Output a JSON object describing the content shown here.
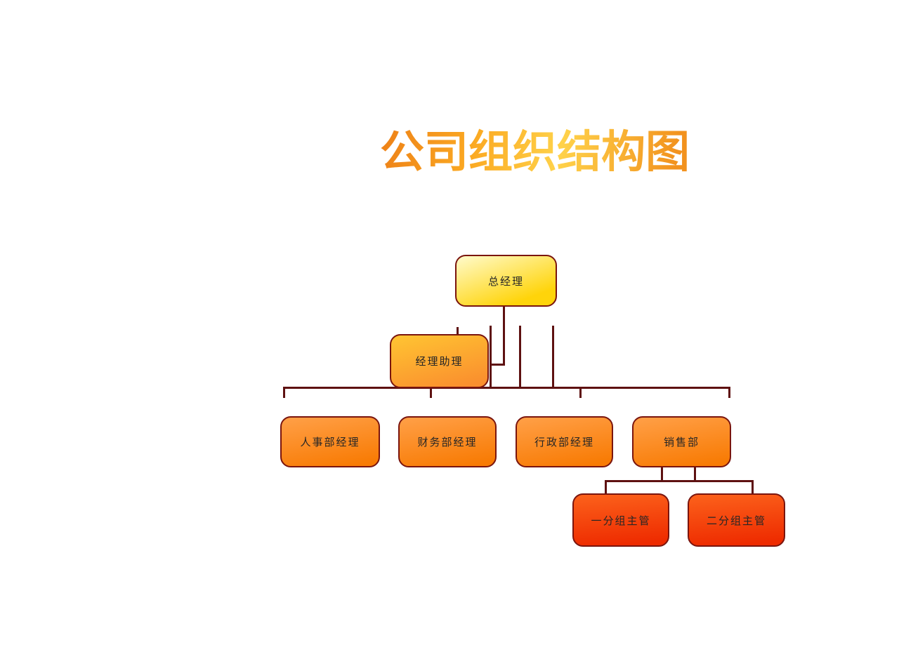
{
  "title": {
    "text": "公司组织结构图"
  },
  "org": {
    "root": {
      "label": "总经理"
    },
    "assistant": {
      "label": "经理助理"
    },
    "departments": [
      {
        "label": "人事部经理"
      },
      {
        "label": "财务部经理"
      },
      {
        "label": "行政部经理"
      },
      {
        "label": "销售部"
      }
    ],
    "sales_groups": [
      {
        "label": "一分组主管"
      },
      {
        "label": "二分组主管"
      }
    ]
  },
  "colors": {
    "background": "#FFFFFF",
    "line": "#5E1111",
    "node_border": "#7A150E",
    "node_text": "#262626",
    "title_orange": "#EE8318",
    "title_amber": "#FBA922",
    "title_yellow": "#FFD24A",
    "title_orange_end": "#F2921E",
    "gm_top": "#FFFBCC",
    "gm_bottom": "#FFD40A",
    "assistant_top": "#FFC232",
    "assistant_bottom": "#FA8F2E",
    "dept_top": "#FF9E44",
    "dept_bottom": "#F87B04",
    "group_top": "#FB5F1A",
    "group_bottom": "#EE2B00"
  }
}
